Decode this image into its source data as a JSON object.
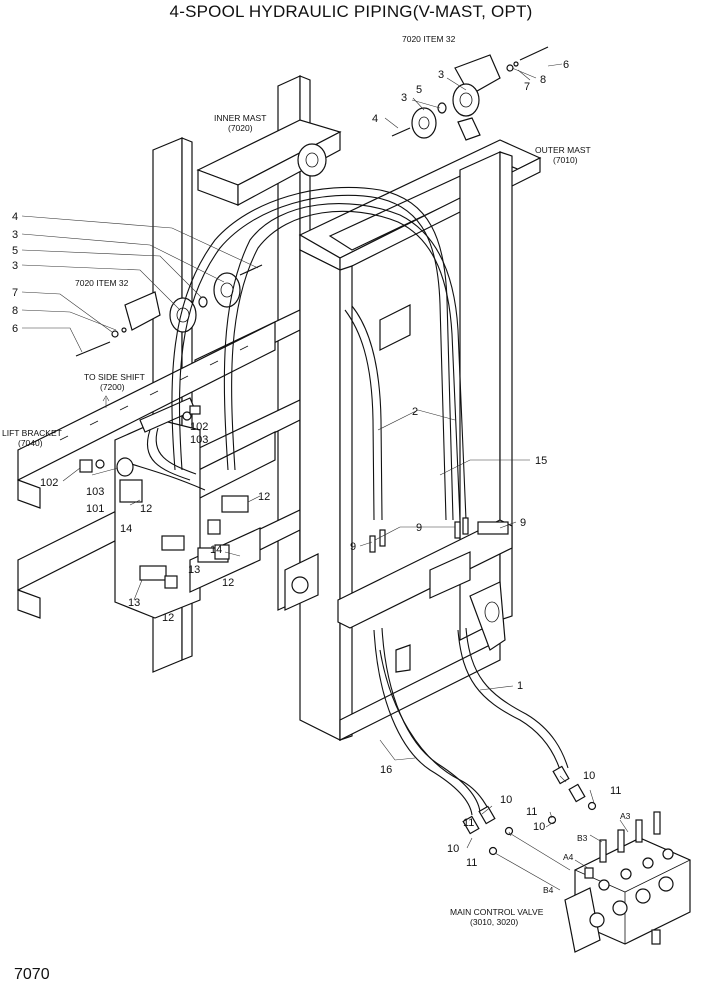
{
  "title": "4-SPOOL HYDRAULIC PIPING(V-MAST, OPT)",
  "page_number": "7070",
  "assemblies": {
    "inner_mast": {
      "name": "INNER MAST",
      "ref": "(7020)"
    },
    "outer_mast": {
      "name": "OUTER MAST",
      "ref": "(7010)"
    },
    "side_shift": {
      "name": "TO SIDE SHIFT",
      "ref": "(7200)"
    },
    "lift_bracket": {
      "name": "LIFT BRACKET",
      "ref": "(7040)"
    },
    "main_control_valve": {
      "name": "MAIN CONTROL VALVE",
      "ref": "(3010, 3020)"
    },
    "item_ref_top": "7020 ITEM 32",
    "item_ref_left": "7020 ITEM 32"
  },
  "callouts": {
    "c1": "1",
    "c2": "2",
    "c3a": "3",
    "c3b": "3",
    "c3c": "3",
    "c3d": "3",
    "c4a": "4",
    "c4b": "4",
    "c5a": "5",
    "c5b": "5",
    "c6a": "6",
    "c6b": "6",
    "c7a": "7",
    "c7b": "7",
    "c8a": "8",
    "c8b": "8",
    "c9a": "9",
    "c9b": "9",
    "c9c": "9",
    "c10a": "10",
    "c10b": "10",
    "c10c": "10",
    "c10d": "10",
    "c11a": "11",
    "c11b": "11",
    "c11c": "11",
    "c11d": "11",
    "c12a": "12",
    "c12b": "12",
    "c12c": "12",
    "c12d": "12",
    "c13a": "13",
    "c13b": "13",
    "c14a": "14",
    "c14b": "14",
    "c15": "15",
    "c16": "16",
    "c101": "101",
    "c102a": "102",
    "c102b": "102",
    "c103a": "103",
    "c103b": "103"
  },
  "ports": {
    "a3": "A3",
    "b3": "B3",
    "a4": "A4",
    "b4": "B4"
  }
}
